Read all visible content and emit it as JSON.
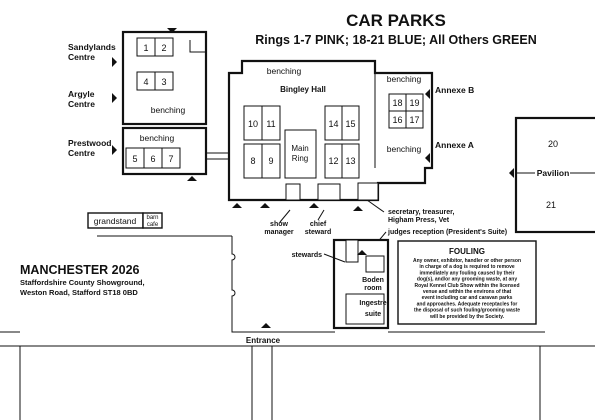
{
  "title": "CAR PARKS",
  "subtitle": "Rings 1-7 PINK;  18-21 BLUE;  All Others GREEN",
  "show": {
    "name": "MANCHESTER 2026",
    "venue_line1": "Staffordshire County Showground,",
    "venue_line2": "Weston Road, Stafford ST18 0BD"
  },
  "centres": {
    "sandylands": [
      "Sandylands",
      "Centre"
    ],
    "argyle": [
      "Argyle",
      "Centre"
    ],
    "prestwood": [
      "Prestwood",
      "Centre"
    ]
  },
  "rings": {
    "r1": "1",
    "r2": "2",
    "r3": "3",
    "r4": "4",
    "r5": "5",
    "r6": "6",
    "r7": "7",
    "r8": "8",
    "r9": "9",
    "r10": "10",
    "r11": "11",
    "r12": "12",
    "r13": "13",
    "r14": "14",
    "r15": "15",
    "r16": "16",
    "r17": "17",
    "r18": "18",
    "r19": "19",
    "r20": "20",
    "r21": "21"
  },
  "labels": {
    "benching": "benching",
    "bingley_hall": "Bingley Hall",
    "main_ring": [
      "Main",
      "Ring"
    ],
    "annexe_b": "Annexe B",
    "annexe_a": "Annexe A",
    "pavilion": "Pavilion",
    "grandstand": "grandstand",
    "barn_cafe": [
      "barn",
      "cafe"
    ],
    "show_manager": [
      "show",
      "manager"
    ],
    "chief_steward": [
      "chief",
      "steward"
    ],
    "secretary": [
      "secretary, treasurer,",
      "Higham Press, Vet"
    ],
    "judges_reception": "judges reception (President's Suite)",
    "stewards": "stewards",
    "boden_room": [
      "Boden",
      "room"
    ],
    "ingestre_suite": [
      "Ingestre",
      "suite"
    ],
    "entrance": "Entrance"
  },
  "fouling": {
    "heading": "FOULING",
    "lines": [
      "Any owner, exhibitor, handler or other person",
      "in charge of a dog is required to remove",
      "immediately any fouling caused by their",
      "dog(s), and/or any grooming waste, at any",
      "Royal Kennel Club Show within the licensed",
      "venue and within the environs of that",
      "event including car and caravan parks",
      "and approaches. Adequate receptacles for",
      "the disposal of such fouling/grooming waste",
      "will be provided by the Society."
    ]
  },
  "icons": {
    "door": "door-arrow-icon"
  }
}
